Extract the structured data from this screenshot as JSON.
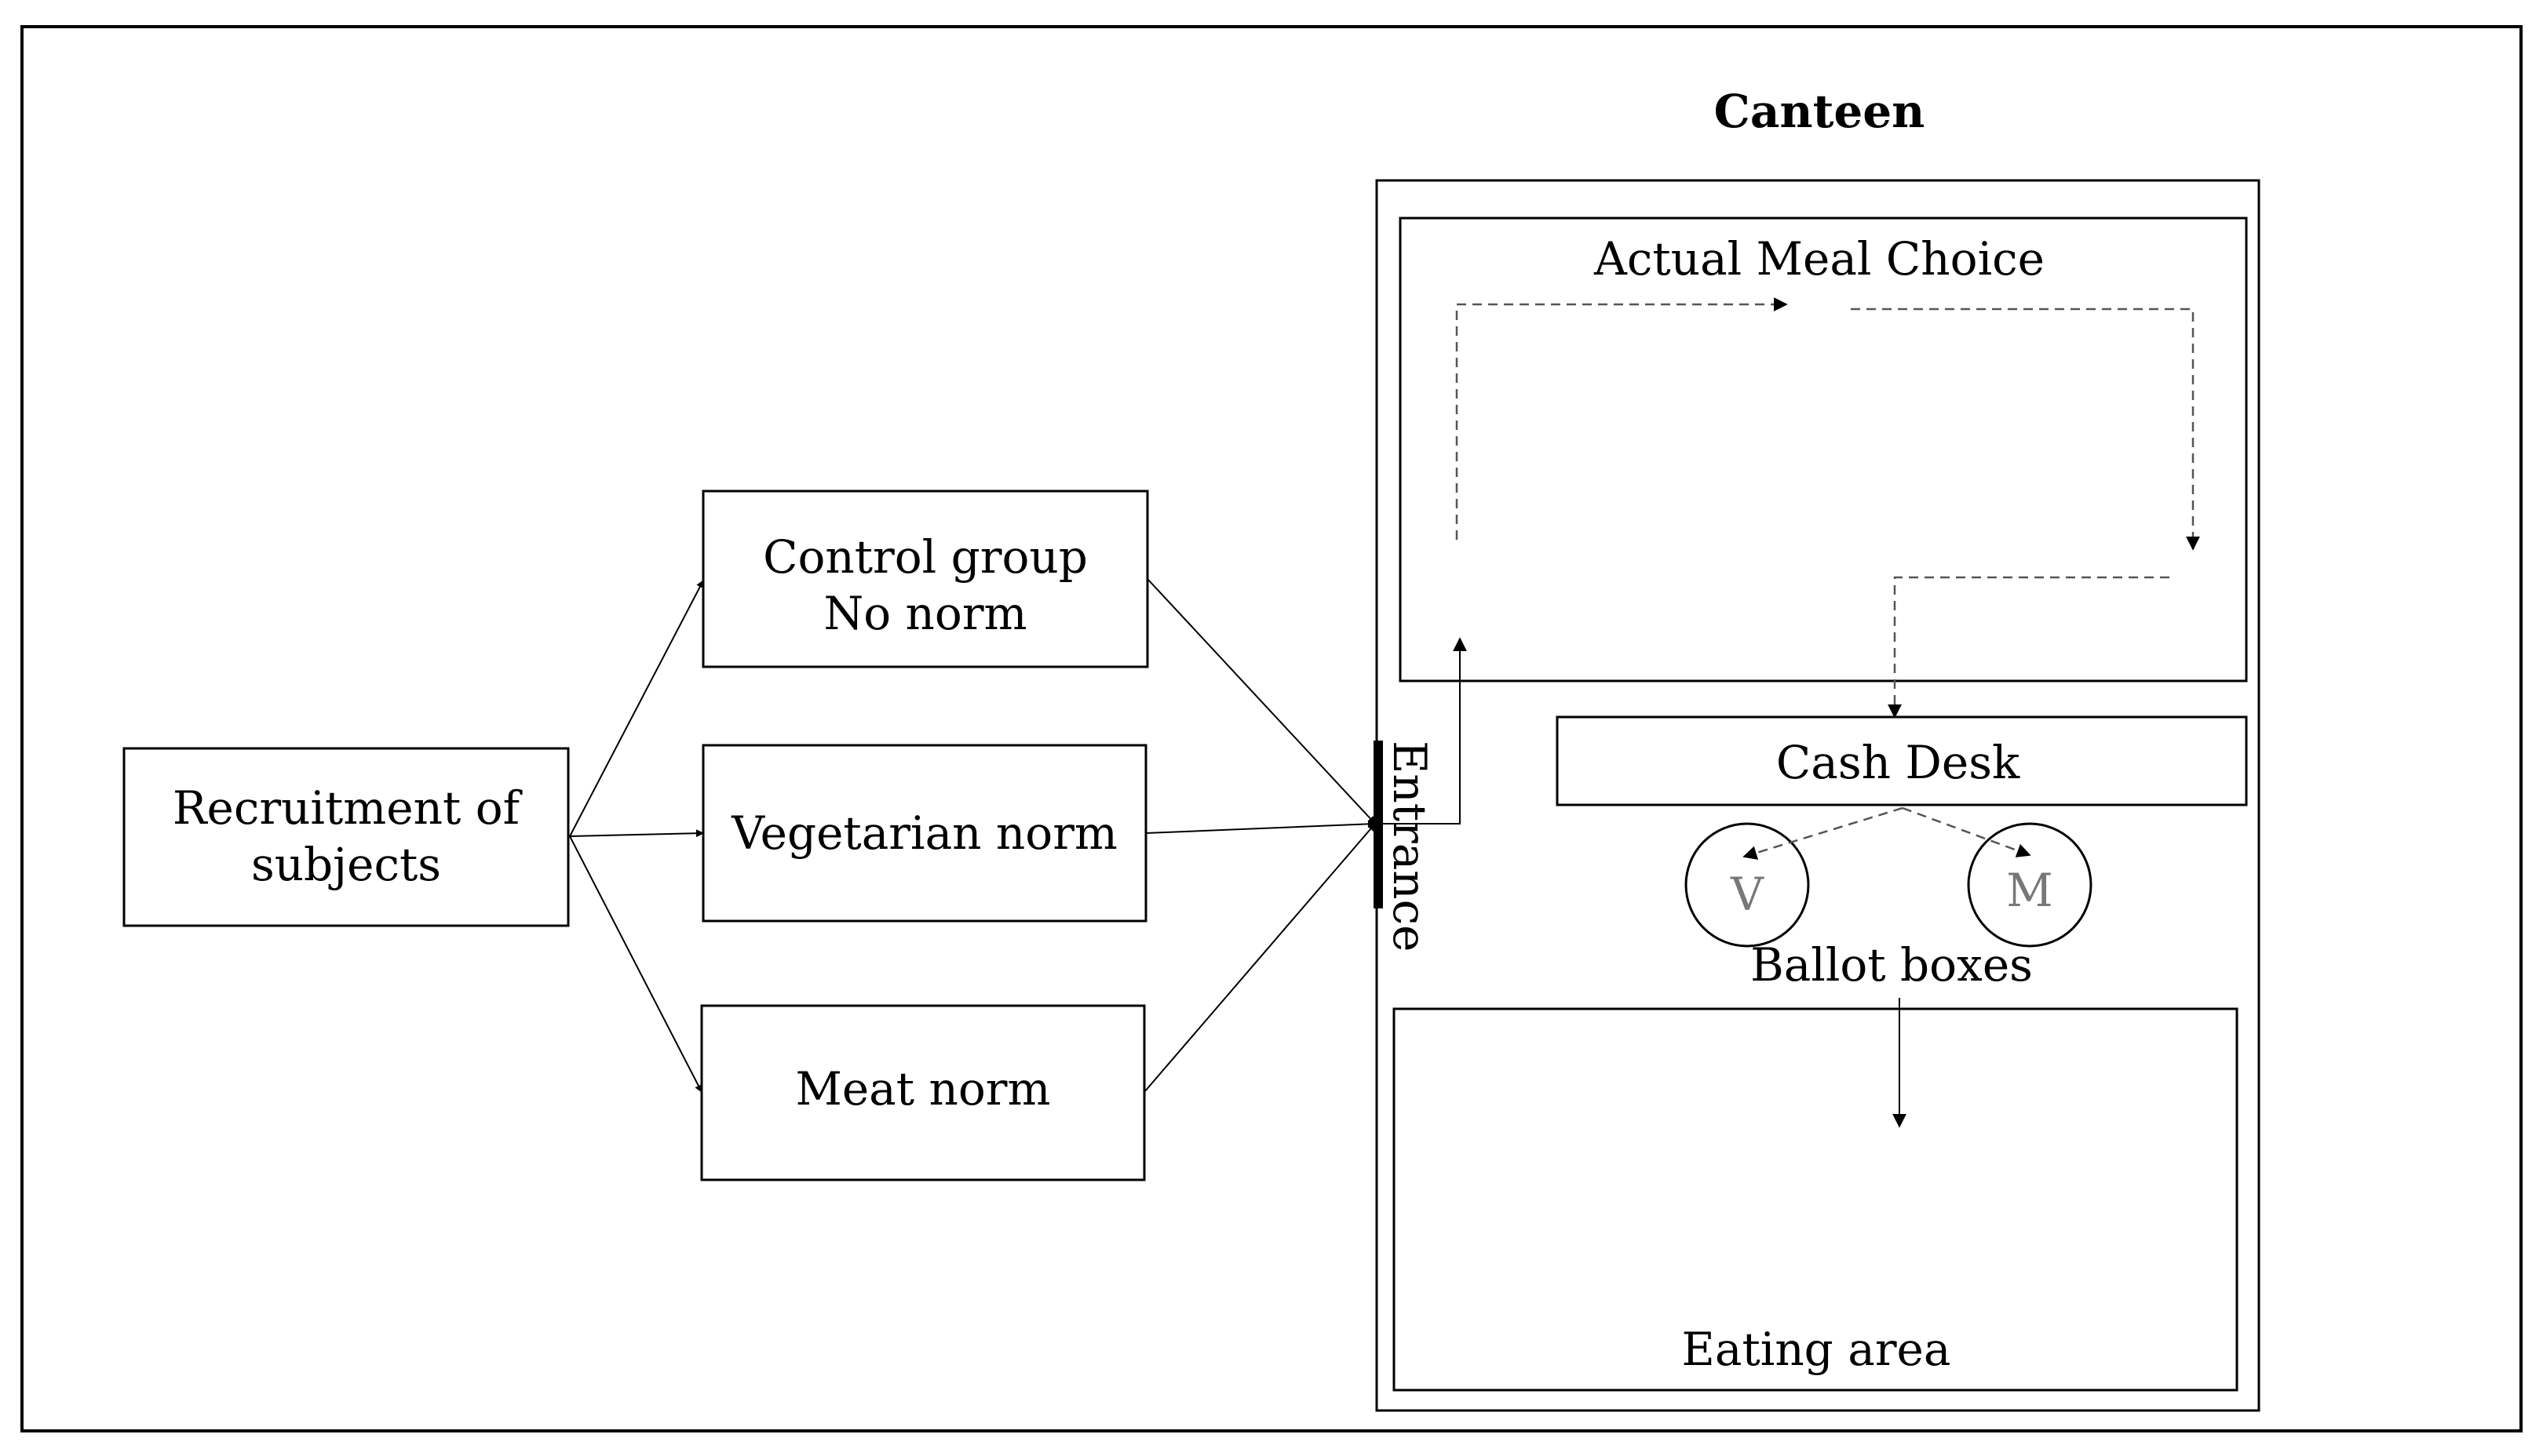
{
  "canteen": {
    "title": "Canteen"
  },
  "recruitment": {
    "line1": "Recruitment of",
    "line2": "subjects"
  },
  "groups": {
    "control_line1": "Control group",
    "control_line2": "No norm",
    "vegetarian": "Vegetarian norm",
    "meat": "Meat norm"
  },
  "entrance": {
    "label": "Entrance"
  },
  "zones": {
    "meal_choice": "Actual Meal Choice",
    "cash_desk": "Cash Desk",
    "eating_area": "Eating area"
  },
  "ballot": {
    "v": "V",
    "m": "M",
    "label": "Ballot boxes"
  }
}
